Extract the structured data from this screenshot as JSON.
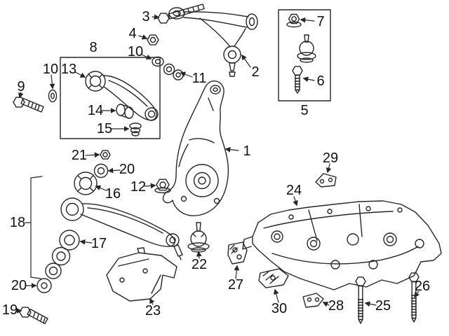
{
  "diagram": {
    "background_color": "#ffffff",
    "line_color": "#262626"
  },
  "callouts": [
    {
      "num": "1",
      "part": "steering-knuckle"
    },
    {
      "num": "2",
      "part": "upper-control-arm"
    },
    {
      "num": "3",
      "part": "upper-arm-pivot-bolt"
    },
    {
      "num": "4",
      "part": "upper-arm-nut"
    },
    {
      "num": "5",
      "part": "ball-joint-kit"
    },
    {
      "num": "6",
      "part": "ball-joint-bolt"
    },
    {
      "num": "7",
      "part": "ball-joint-nut"
    },
    {
      "num": "8",
      "part": "rear-lower-arm-kit"
    },
    {
      "num": "9",
      "part": "arm-mount-bolt"
    },
    {
      "num": "10",
      "part": "washer-left"
    },
    {
      "num": "10",
      "part": "washer-upper"
    },
    {
      "num": "11",
      "part": "guide-washers"
    },
    {
      "num": "12",
      "part": "lock-nut"
    },
    {
      "num": "13",
      "part": "arm-bushing-large"
    },
    {
      "num": "14",
      "part": "arm-bushing-small"
    },
    {
      "num": "15",
      "part": "bushing-sleeve"
    },
    {
      "num": "16",
      "part": "strut-arm-bushing"
    },
    {
      "num": "17",
      "part": "bushing-washer-stack"
    },
    {
      "num": "18",
      "part": "strut-arm-assembly"
    },
    {
      "num": "19",
      "part": "strut-arm-bolt"
    },
    {
      "num": "20",
      "part": "washer-mid"
    },
    {
      "num": "20",
      "part": "washer-lower"
    },
    {
      "num": "21",
      "part": "strut-arm-nut"
    },
    {
      "num": "22",
      "part": "lower-ball-joint"
    },
    {
      "num": "23",
      "part": "splash-shield"
    },
    {
      "num": "24",
      "part": "suspension-crossmember"
    },
    {
      "num": "25",
      "part": "crossmember-bolt-inner"
    },
    {
      "num": "26",
      "part": "crossmember-bolt-outer"
    },
    {
      "num": "27",
      "part": "mount-bracket-front"
    },
    {
      "num": "28",
      "part": "mount-bracket-center"
    },
    {
      "num": "29",
      "part": "mount-bracket-upper"
    },
    {
      "num": "30",
      "part": "mount-bracket-lower"
    }
  ]
}
